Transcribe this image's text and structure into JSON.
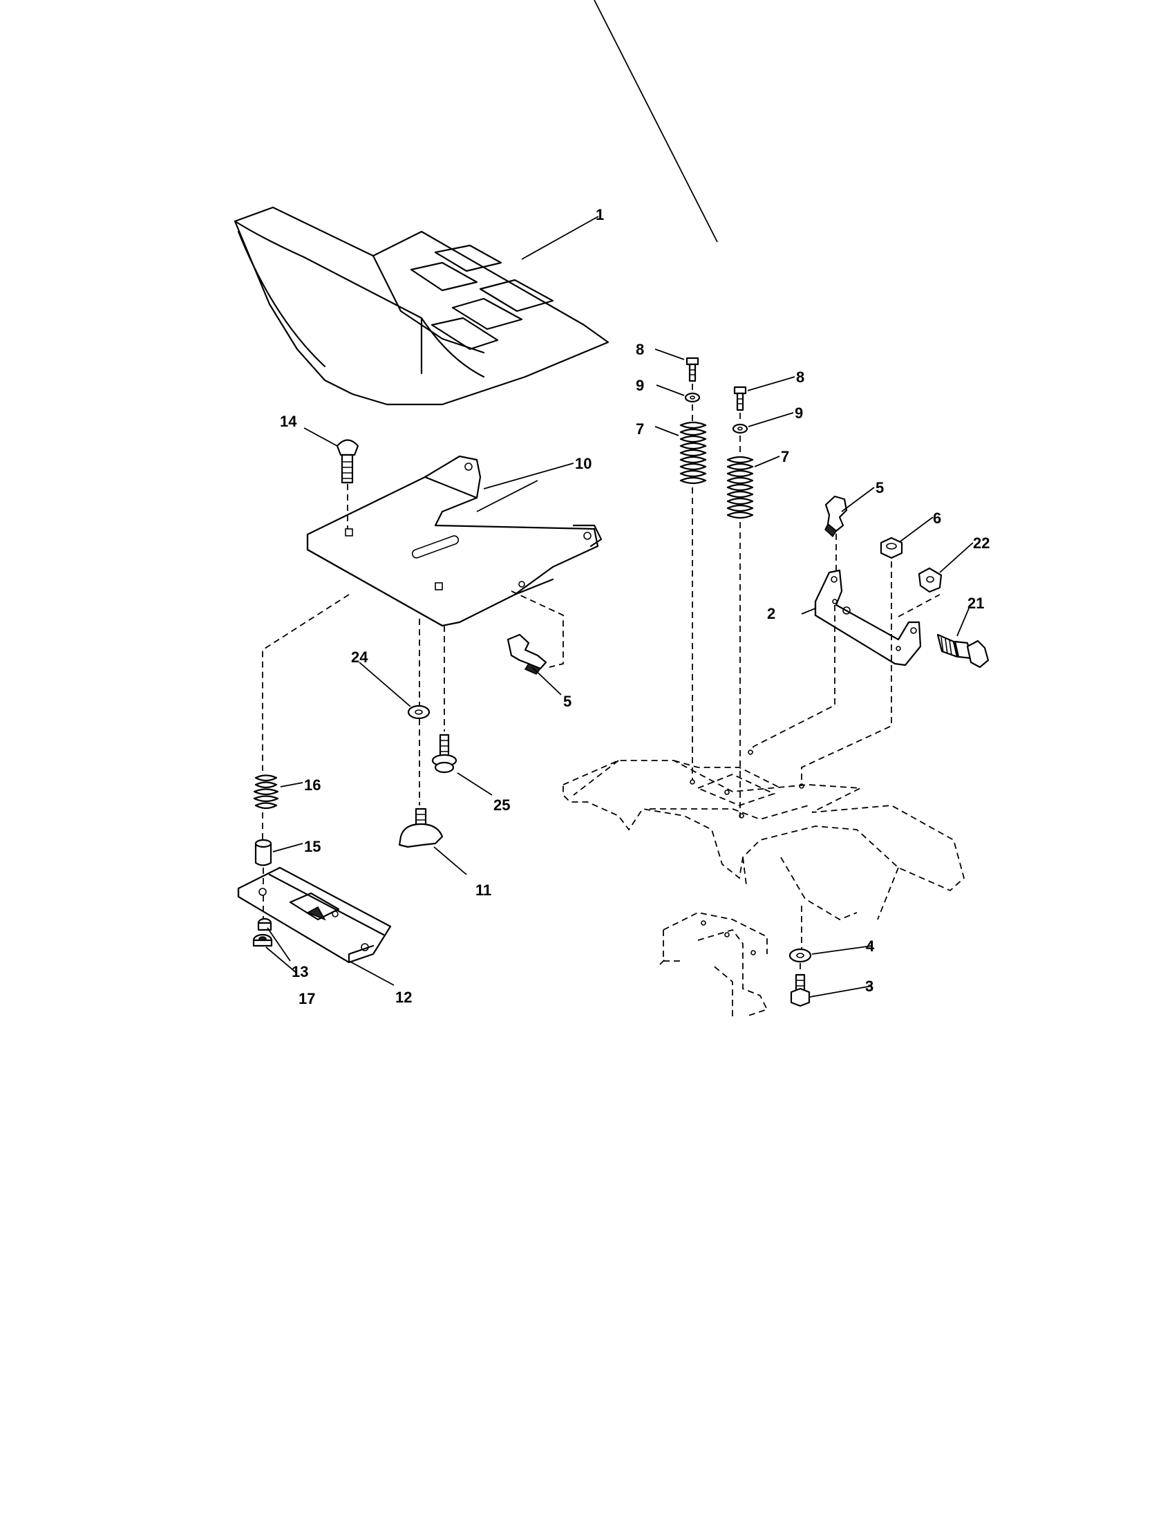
{
  "callouts": {
    "c1": "1",
    "c2": "2",
    "c3": "3",
    "c4": "4",
    "c5a": "5",
    "c5b": "5",
    "c6": "6",
    "c7a": "7",
    "c7b": "7",
    "c8a": "8",
    "c8b": "8",
    "c9a": "9",
    "c9b": "9",
    "c10": "10",
    "c11": "11",
    "c12": "12",
    "c13": "13",
    "c14": "14",
    "c15": "15",
    "c16": "16",
    "c17": "17",
    "c21": "21",
    "c22": "22",
    "c24": "24",
    "c25": "25"
  }
}
